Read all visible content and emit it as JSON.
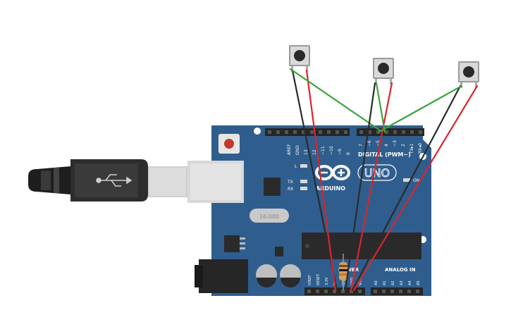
{
  "board": {
    "logo": "ARDUINO",
    "model": "UNO",
    "crystal": "16.000",
    "digital_header": "DIGITAL (PWM~)",
    "power_label": "POWER",
    "analog_label": "ANALOG IN",
    "led_l": "L",
    "led_tx": "TX",
    "led_rx": "RX",
    "led_on": "ON",
    "top_pins": [
      "AREF",
      "GND",
      "13",
      "12",
      "~11",
      "~10",
      "~9",
      "8",
      "7",
      "~6",
      "~5",
      "4",
      "~3",
      "2",
      "TX▸1",
      "RX◂0"
    ],
    "power_pins": [
      "IOREF",
      "RESET",
      "3.3V",
      "5V",
      "GND",
      "GND",
      "Vin"
    ],
    "analog_pins": [
      "A0",
      "A1",
      "A2",
      "A3",
      "A4",
      "A5"
    ]
  },
  "colors": {
    "board": "#2f5e8e",
    "wire_red": "#d9252a",
    "wire_black": "#2b2b2b",
    "wire_green": "#3aa53a",
    "cable": "#2d2d2d"
  },
  "components": [
    "usb-b-cable",
    "arduino-uno",
    "push-button-1",
    "push-button-2",
    "push-button-3",
    "resistor"
  ]
}
